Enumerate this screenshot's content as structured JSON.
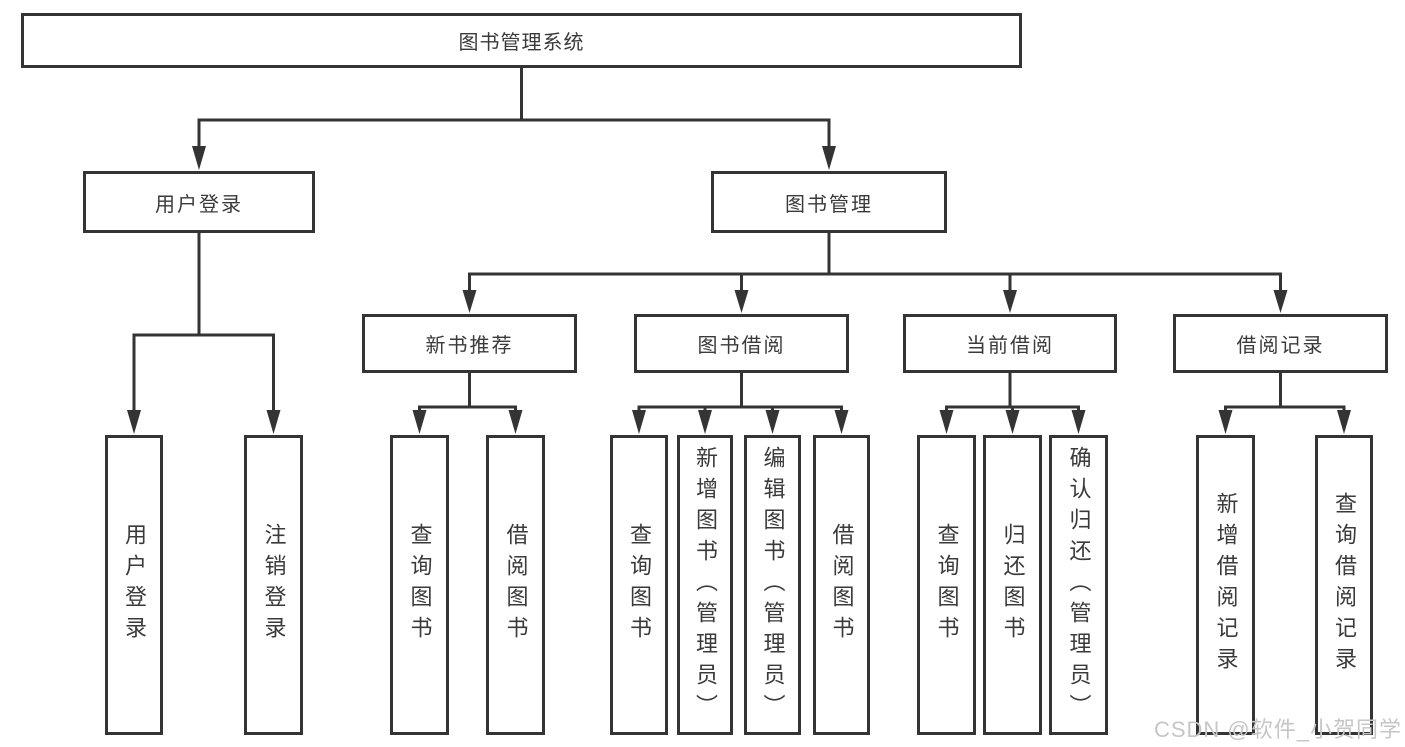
{
  "diagram": {
    "root": {
      "label": "图书管理系统"
    },
    "branches": [
      {
        "label": "用户登录",
        "children": [
          {
            "label": "用户登录"
          },
          {
            "label": "注销登录"
          }
        ]
      },
      {
        "label": "图书管理",
        "children": [
          {
            "label": "新书推荐",
            "children": [
              {
                "label": "查询图书"
              },
              {
                "label": "借阅图书"
              }
            ]
          },
          {
            "label": "图书借阅",
            "children": [
              {
                "label": "查询图书"
              },
              {
                "label": "新增图书（管理员）"
              },
              {
                "label": "编辑图书（管理员）"
              },
              {
                "label": "借阅图书"
              }
            ]
          },
          {
            "label": "当前借阅",
            "children": [
              {
                "label": "查询图书"
              },
              {
                "label": "归还图书"
              },
              {
                "label": "确认归还（管理员）"
              }
            ]
          },
          {
            "label": "借阅记录",
            "children": [
              {
                "label": "新增借阅记录"
              },
              {
                "label": "查询借阅记录"
              }
            ]
          }
        ]
      }
    ]
  },
  "watermark": {
    "text": "CSDN @软件_小贺同学"
  },
  "colors": {
    "line": "#343434",
    "text": "#3a3a3a",
    "watermark": "#c6c6c6",
    "background": "#ffffff"
  }
}
